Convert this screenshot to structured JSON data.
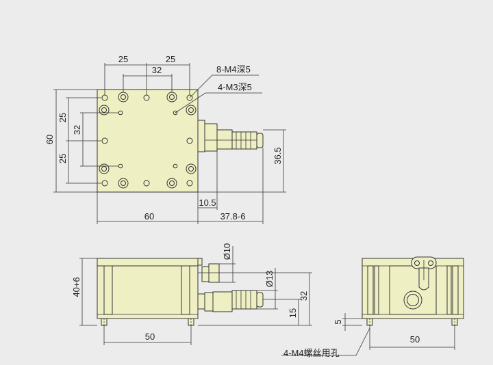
{
  "colors": {
    "part_fill": "#efefc4",
    "line": "#333333",
    "background": "#ececec"
  },
  "top_view": {
    "dims": {
      "top_left_25": "25",
      "top_right_25": "25",
      "center_32": "32",
      "left_25_upper": "25",
      "left_32": "32",
      "left_25_lower": "25",
      "overall_60_left": "60",
      "bottom_60": "60",
      "offset_10_5": "10.5",
      "travel_37_8": "37.8-6",
      "height_36_5": "36.5"
    },
    "callouts": {
      "m4": "8-M4深5",
      "m3": "4-M3深5"
    }
  },
  "front_view": {
    "dims": {
      "height_40": "40+6",
      "dia_10": "Ø10",
      "dia_13": "Ø13",
      "height_32": "32",
      "height_15": "15",
      "bottom_50": "50"
    }
  },
  "side_view": {
    "dims": {
      "height_5": "5",
      "bottom_50": "50"
    },
    "callouts": {
      "m4_tap": "4-M4螺丝用孔"
    }
  }
}
